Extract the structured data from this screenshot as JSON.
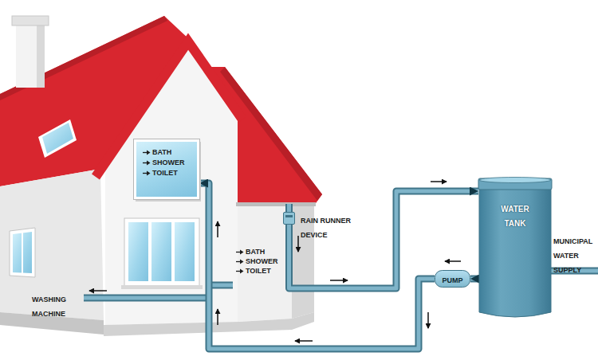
{
  "diagram": {
    "nodes": [
      {
        "text": [
          "BATH",
          "SHOWER",
          "TOILET"
        ]
      },
      {
        "text": [
          "RAIN RUNNER DEVICE"
        ]
      },
      {
        "text": [
          "WATER TANK"
        ]
      },
      {
        "text": [
          "PUMP"
        ]
      }
    ],
    "edges": [
      {
        "from": 1,
        "to": 2,
        "arrow": "to"
      },
      {
        "from": 2,
        "to": 3,
        "arrow": "to"
      },
      {
        "from": 3,
        "to": 0,
        "arrow": "to"
      }
    ],
    "labels": [
      "BATH",
      "SHOWER",
      "TOILET",
      "WASHING MACHINE",
      "MUNICIPAL WATER SUPPLY"
    ]
  }
}
